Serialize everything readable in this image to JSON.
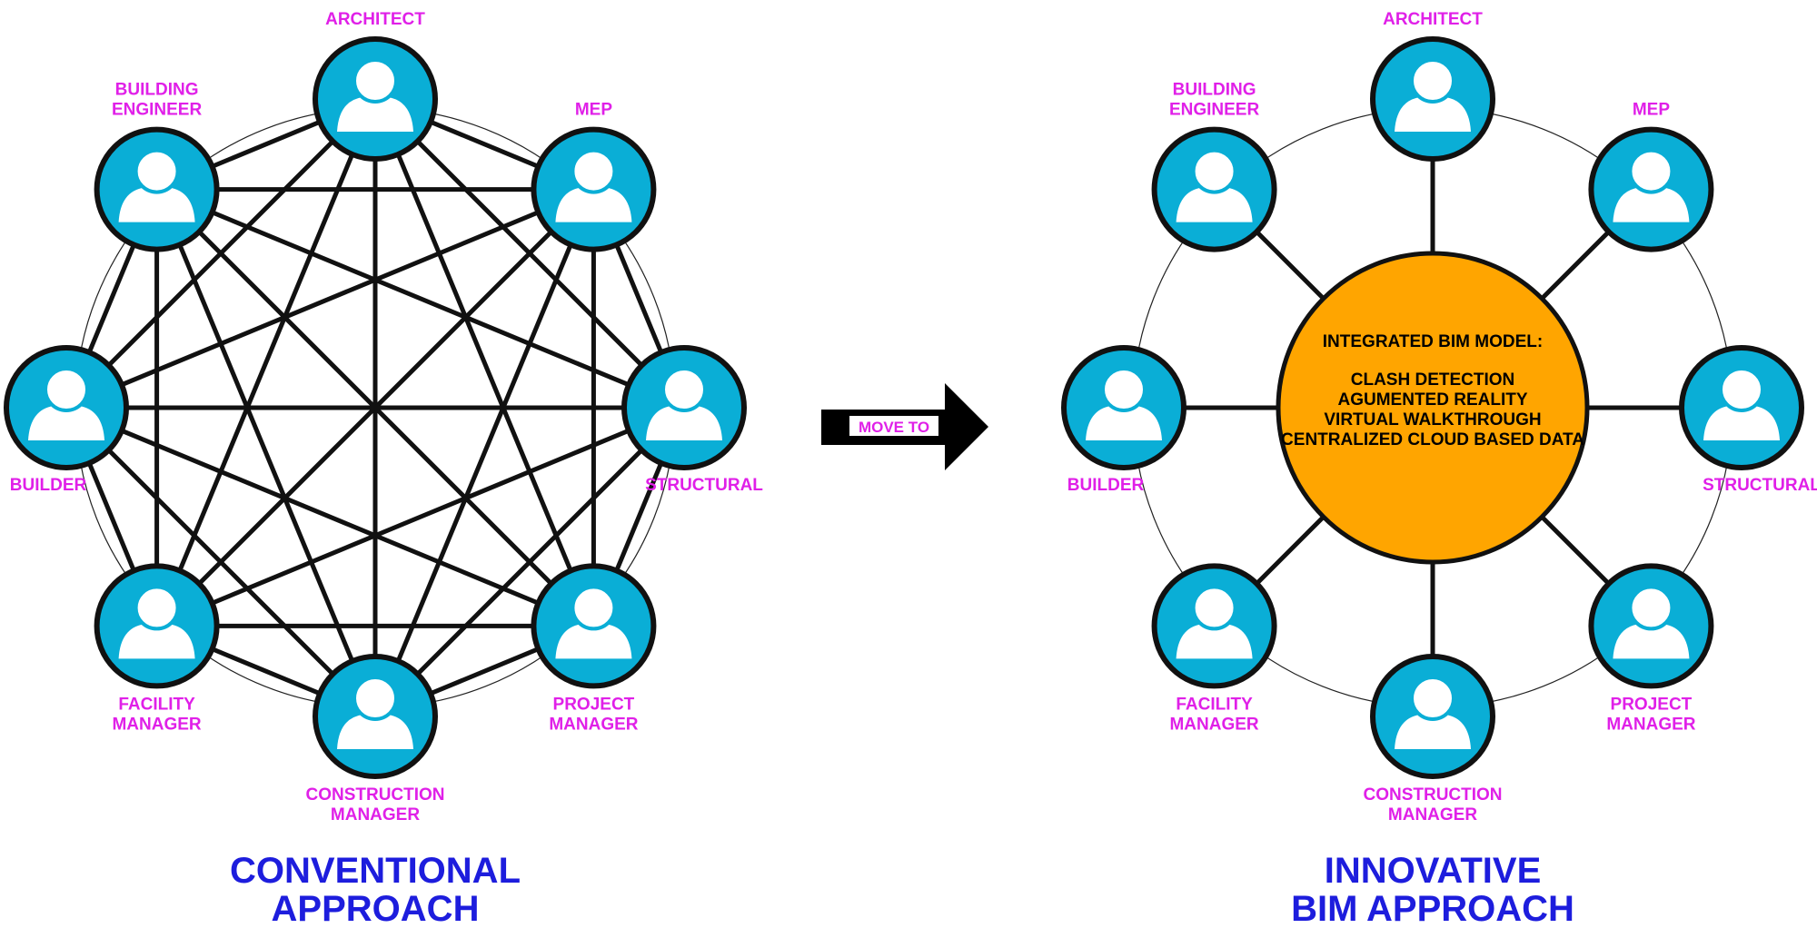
{
  "colors": {
    "node_fill": "#0aaed6",
    "node_stroke": "#111111",
    "person_fill": "#ffffff",
    "label": "#e020e8",
    "title": "#1d1ddd",
    "hub_fill": "#ffa500",
    "line": "#111111"
  },
  "left_diagram": {
    "title_line1": "CONVENTIONAL",
    "title_line2": "APPROACH",
    "nodes": [
      {
        "id": "architect",
        "label_lines": [
          "ARCHITECT"
        ],
        "icon": "person-icon"
      },
      {
        "id": "mep",
        "label_lines": [
          "MEP"
        ],
        "icon": "person-icon"
      },
      {
        "id": "structural",
        "label_lines": [
          "STRUCTURAL"
        ],
        "icon": "person-icon"
      },
      {
        "id": "project-manager",
        "label_lines": [
          "PROJECT",
          "MANAGER"
        ],
        "icon": "person-icon"
      },
      {
        "id": "construction-manager",
        "label_lines": [
          "CONSTRUCTION",
          "MANAGER"
        ],
        "icon": "person-icon"
      },
      {
        "id": "facility-manager",
        "label_lines": [
          "FACILITY",
          "MANAGER"
        ],
        "icon": "person-icon"
      },
      {
        "id": "builder",
        "label_lines": [
          "BUILDER"
        ],
        "icon": "person-icon"
      },
      {
        "id": "building-engineer",
        "label_lines": [
          "BUILDING",
          "ENGINEER"
        ],
        "icon": "person-icon"
      }
    ],
    "connections": "all-to-all"
  },
  "arrow": {
    "label": "MOVE TO",
    "icon": "right-arrow-icon"
  },
  "right_diagram": {
    "title_line1": "INNOVATIVE",
    "title_line2": "BIM APPROACH",
    "hub": {
      "heading": "INTEGRATED BIM MODEL:",
      "items": [
        "CLASH DETECTION",
        "AGUMENTED REALITY",
        "VIRTUAL WALKTHROUGH",
        "CENTRALIZED CLOUD BASED DATA"
      ]
    },
    "nodes": [
      {
        "id": "architect",
        "label_lines": [
          "ARCHITECT"
        ],
        "icon": "person-icon"
      },
      {
        "id": "mep",
        "label_lines": [
          "MEP"
        ],
        "icon": "person-icon"
      },
      {
        "id": "structural",
        "label_lines": [
          "STRUCTURAL"
        ],
        "icon": "person-icon"
      },
      {
        "id": "project-manager",
        "label_lines": [
          "PROJECT",
          "MANAGER"
        ],
        "icon": "person-icon"
      },
      {
        "id": "construction-manager",
        "label_lines": [
          "CONSTRUCTION",
          "MANAGER"
        ],
        "icon": "person-icon"
      },
      {
        "id": "facility-manager",
        "label_lines": [
          "FACILITY",
          "MANAGER"
        ],
        "icon": "person-icon"
      },
      {
        "id": "builder",
        "label_lines": [
          "BUILDER"
        ],
        "icon": "person-icon"
      },
      {
        "id": "building-engineer",
        "label_lines": [
          "BUILDING",
          "ENGINEER"
        ],
        "icon": "person-icon"
      }
    ],
    "connections": "hub-and-spoke"
  }
}
